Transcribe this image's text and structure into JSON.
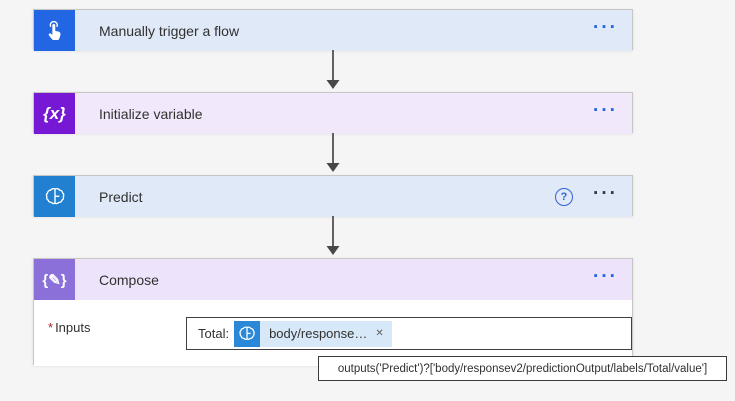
{
  "steps": [
    {
      "title": "Manually trigger a flow"
    },
    {
      "title": "Initialize variable"
    },
    {
      "title": "Predict"
    },
    {
      "title": "Compose"
    }
  ],
  "icons": {
    "variable_glyph": "{x}",
    "compose_glyph": "{✎}",
    "menu_glyph": "···",
    "help_glyph": "?",
    "close_glyph": "✕"
  },
  "compose_card": {
    "required_mark": "*",
    "inputs_label": "Inputs",
    "input_prefix": "Total:",
    "token_text": "body/response…"
  },
  "tooltip": {
    "text": "outputs('Predict')?['body/responsev2/predictionOutput/labels/Total/value']"
  },
  "colors": {
    "trigger_icon_bg": "#2266e3",
    "variable_icon_bg": "#7719d4",
    "predict_icon_bg": "#2180d0",
    "compose_icon_bg": "#8a70d8",
    "token_icon_bg": "#2b88d8",
    "header_blue_bg": "#dfe9f7",
    "header_purple_bg": "#f1e8fb",
    "token_pill_bg": "#d7e9f8",
    "menu_dots_blue": "#2266e3",
    "required_red": "#a4262c",
    "arrow_gray": "#4a4846"
  }
}
